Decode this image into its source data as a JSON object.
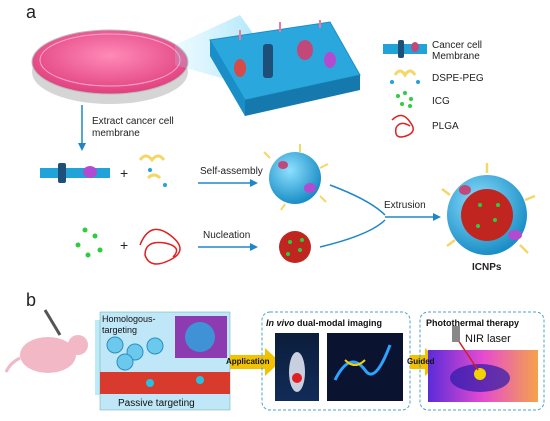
{
  "panel_a": {
    "label": "a",
    "legend": [
      {
        "label": "Cancer cell Membrane",
        "icon": "membrane-icon"
      },
      {
        "label": "DSPE-PEG",
        "icon": "dspe-peg-icon"
      },
      {
        "label": "ICG",
        "icon": "icg-dots-icon"
      },
      {
        "label": "PLGA",
        "icon": "plga-coil-icon"
      }
    ],
    "steps": {
      "extract": "Extract cancer cell membrane",
      "self_assembly": "Self-assembly",
      "nucleation": "Nucleation",
      "extrusion": "Extrusion",
      "product": "ICNPs"
    }
  },
  "panel_b": {
    "label": "b",
    "homologous": "Homologous-targeting",
    "passive": "Passive  targeting",
    "application": "Application",
    "imaging_title_italic": "In vivo",
    "imaging_title_rest": " dual-modal imaging",
    "guided": "Guided",
    "therapy_title": "Photothermal therapy",
    "laser": "NIR laser"
  },
  "colors": {
    "membrane_blue": "#1fa3d9",
    "dish_pink": "#e8508f",
    "peg_yellow": "#f5d766",
    "icg_green": "#2ecc40",
    "plga_red": "#e02020",
    "arrow_blue": "#1f87c7",
    "label_yellow": "#f2c200"
  }
}
